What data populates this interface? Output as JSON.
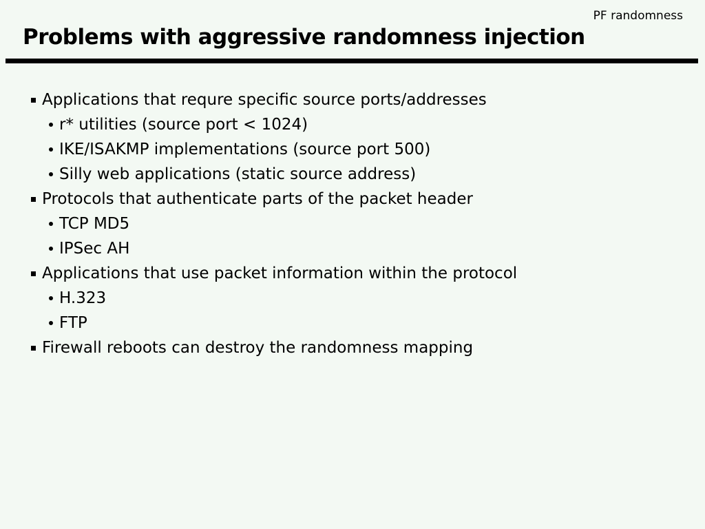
{
  "slide": {
    "corner_label": "PF randomness",
    "title": "Problems with aggressive randomness injection",
    "colors": {
      "background": "#f3f9f3",
      "text": "#000000",
      "rule": "#000000"
    },
    "bullets": [
      {
        "label": "Applications that requre specific source ports/addresses",
        "sub": [
          "r* utilities (source port < 1024)",
          "IKE/ISAKMP implementations (source port 500)",
          "Silly web applications (static source address)"
        ]
      },
      {
        "label": "Protocols that authenticate parts of the packet header",
        "sub": [
          "TCP MD5",
          "IPSec AH"
        ]
      },
      {
        "label": "Applications that use packet information within the protocol",
        "sub": [
          "H.323",
          "FTP"
        ]
      },
      {
        "label": "Firewall reboots can destroy the randomness mapping",
        "sub": []
      }
    ]
  }
}
